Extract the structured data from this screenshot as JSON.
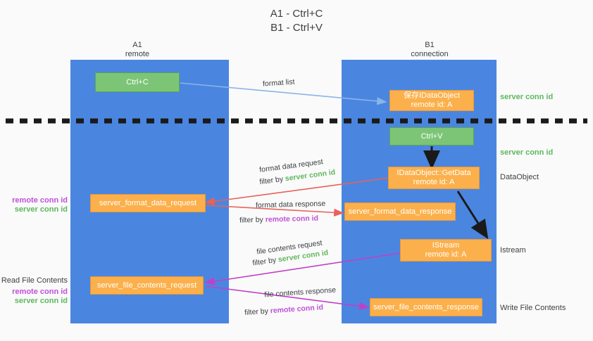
{
  "title": {
    "line1": "A1 - Ctrl+C",
    "line2": "B1 - Ctrl+V"
  },
  "columns": [
    {
      "name": "A1",
      "role": "remote"
    },
    {
      "name": "B1",
      "role": "connection"
    }
  ],
  "colors": {
    "lane": "#4a86e0",
    "green_box": "#7cc576",
    "orange_box": "#fbb04b",
    "server_conn_id": "#5db85c",
    "remote_conn_id": "#c050d8",
    "arrow_blue": "#8ab4e8",
    "arrow_red": "#e8615a",
    "arrow_magenta": "#c040c8",
    "arrow_black": "#1a1a1a",
    "divider": "#1a1a1a"
  },
  "boxes": {
    "ctrl_c": {
      "label": "Ctrl+C"
    },
    "save_idataobject": {
      "line1": "保存IDataObject",
      "line2": "remote id: A"
    },
    "ctrl_v": {
      "label": "Ctrl+V"
    },
    "getdata": {
      "line1": "IDataObject::GetData",
      "line2": "remote id: A"
    },
    "format_data_request": {
      "label": "server_format_data_request"
    },
    "format_data_response": {
      "label": "server_format_data_response"
    },
    "istream": {
      "line1": "IStream",
      "line2": "remote id: A"
    },
    "file_contents_request": {
      "label": "server_file_contents_request"
    },
    "file_contents_response": {
      "label": "server_file_contents_response"
    }
  },
  "right_labels": {
    "server_conn_id_1": "server conn id",
    "server_conn_id_2": "server conn id",
    "data_object": "DataObject",
    "istream": "Istream",
    "write_file_contents": "Write File Contents"
  },
  "left_labels": {
    "remote_conn_id_1": "remote conn id",
    "server_conn_id_1": "server conn id",
    "read_file_contents": "Read File Contents",
    "remote_conn_id_2": "remote conn id",
    "server_conn_id_2": "server conn id"
  },
  "edge_labels": {
    "format_list": "format list",
    "format_data_request": "format data request",
    "format_data_request_filter_prefix": "filter by ",
    "format_data_request_filter_value": "server conn id",
    "format_data_response": "format data response",
    "format_data_response_filter_prefix": "filter by ",
    "format_data_response_filter_value": "remote conn id",
    "file_contents_request": "file contents request",
    "file_contents_request_filter_prefix": "filter by ",
    "file_contents_request_filter_value": "server conn id",
    "file_contents_response": "file contents response",
    "file_contents_response_filter_prefix": "filter by ",
    "file_contents_response_filter_value": "remote conn id"
  }
}
